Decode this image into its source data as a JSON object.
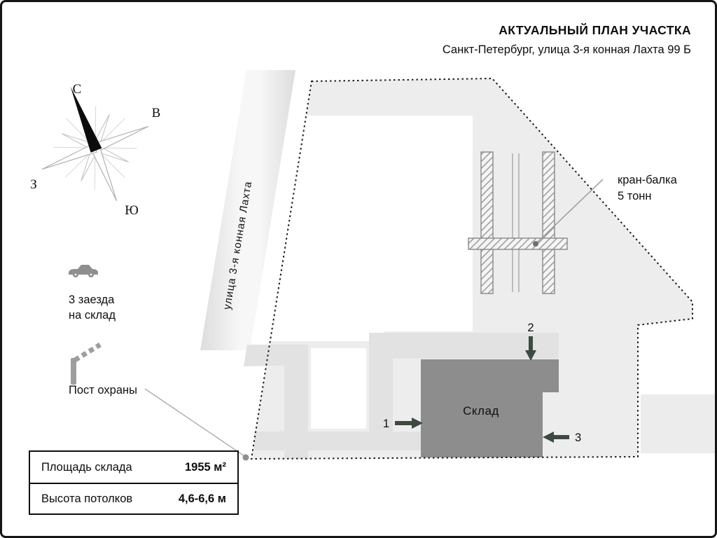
{
  "header": {
    "title": "АКТУАЛЬНЫЙ ПЛАН УЧАСТКА",
    "subtitle": "Санкт-Петербург, улица 3-я конная Лахта 99 Б"
  },
  "compass": {
    "north": "С",
    "east": "В",
    "west": "З",
    "south": "Ю"
  },
  "road": {
    "name": "улица 3-я конная Лахта"
  },
  "plan": {
    "crane_label_line1": "кран-балка",
    "crane_label_line2": "5 тонн",
    "warehouse_label": "Склад",
    "entrances": [
      "1",
      "2",
      "3"
    ]
  },
  "legend": {
    "car_line1": "3 заезда",
    "car_line2": "на склад",
    "security": "Пост охраны"
  },
  "info_table": {
    "rows": [
      {
        "label": "Площадь склада",
        "value": "1955 м²"
      },
      {
        "label": "Высота потолков",
        "value": "4,6-6,6 м"
      }
    ]
  },
  "colors": {
    "site_fill": "#ededed",
    "driveway": "#e2e2e2",
    "warehouse_fill": "#8d8d8d",
    "arrow": "#3d4a40",
    "boundary": "#1c1c1c"
  }
}
